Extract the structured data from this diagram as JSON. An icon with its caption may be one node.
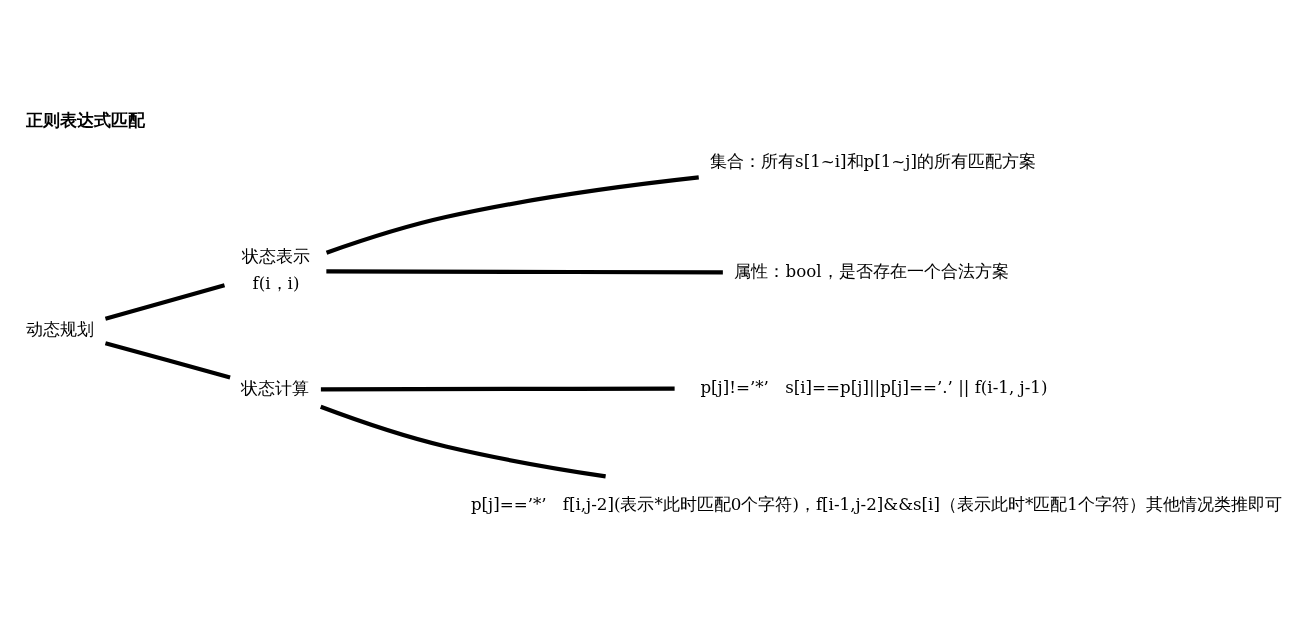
{
  "diagram": {
    "title": "正则表达式匹配",
    "nodes": [
      {
        "text": [
          "动态规划"
        ]
      },
      {
        "text": [
          "状态表示"
        ],
        "beside": [
          "f(i，i)"
        ]
      },
      {
        "text": [
          "状态计算"
        ]
      },
      {
        "text": [
          "集合：所有s[1~i]和p[1~j]的所有匹配方案"
        ]
      },
      {
        "text": [
          "属性：bool，是否存在一个合法方案"
        ]
      },
      {
        "text": [
          "p[j]!=’*’"
        ],
        "beside": [
          "s[i]==p[j]||p[j]==’.’ || f(i-1, j-1)"
        ]
      },
      {
        "text": [
          "p[j]==’*’"
        ],
        "beside": [
          "f[i,j-2](表示*此时匹配0个字符)，f[i-1,j-2]&&s[i]（表示此时*匹配1个字符）其他情况类推即可"
        ]
      }
    ],
    "edges": [
      {
        "from": 0,
        "to": 1,
        "arrow": "none"
      },
      {
        "from": 0,
        "to": 2,
        "arrow": "none"
      },
      {
        "from": 1,
        "to": 3,
        "arrow": "none"
      },
      {
        "from": 1,
        "to": 4,
        "arrow": "none"
      },
      {
        "from": 2,
        "to": 5,
        "arrow": "none"
      },
      {
        "from": 2,
        "to": 6,
        "arrow": "none"
      }
    ]
  }
}
